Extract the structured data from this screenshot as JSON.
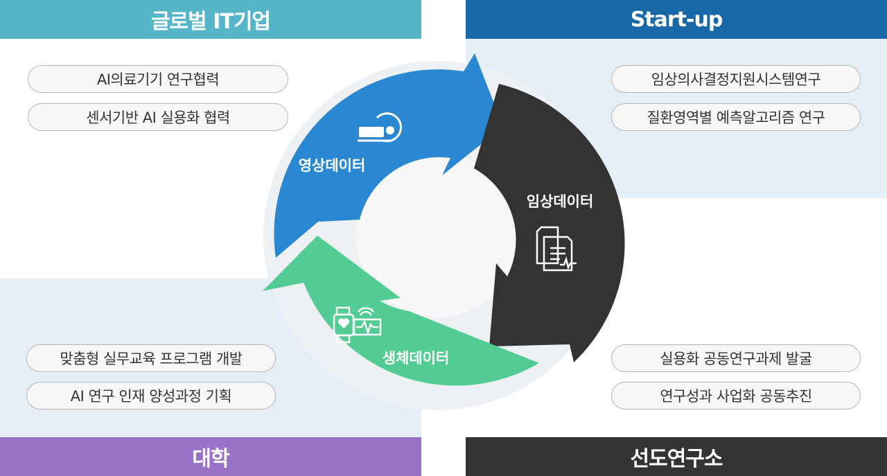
{
  "quadrants": {
    "top_left": {
      "title": "글로벌 IT기업",
      "color": "#55b6c9",
      "items": [
        "AI의료기기 연구협력",
        "센서기반 AI 실용화 협력"
      ]
    },
    "top_right": {
      "title": "Start-up",
      "color": "#1868a8",
      "items": [
        "임상의사결정지원시스템연구",
        "질환영역별 예측알고리즘 연구"
      ]
    },
    "bottom_left": {
      "title": "대학",
      "color": "#9a73c8",
      "items": [
        "맞춤형 실무교육 프로그램 개발",
        "AI 연구 인재 양성과정 기획"
      ]
    },
    "bottom_right": {
      "title": "선도연구소",
      "color": "#333333",
      "items": [
        "실용화 공동연구과제 발굴",
        "연구성과 사업화 공동추진"
      ]
    }
  },
  "cycle": {
    "segments": [
      {
        "label": "영상데이터",
        "icon": "imaging-scanner-icon",
        "color": "#2a88d2"
      },
      {
        "label": "임상데이터",
        "icon": "clinical-documents-icon",
        "color": "#333333"
      },
      {
        "label": "생체데이터",
        "icon": "smartwatch-ecg-icon",
        "color": "#52cc93"
      }
    ]
  }
}
